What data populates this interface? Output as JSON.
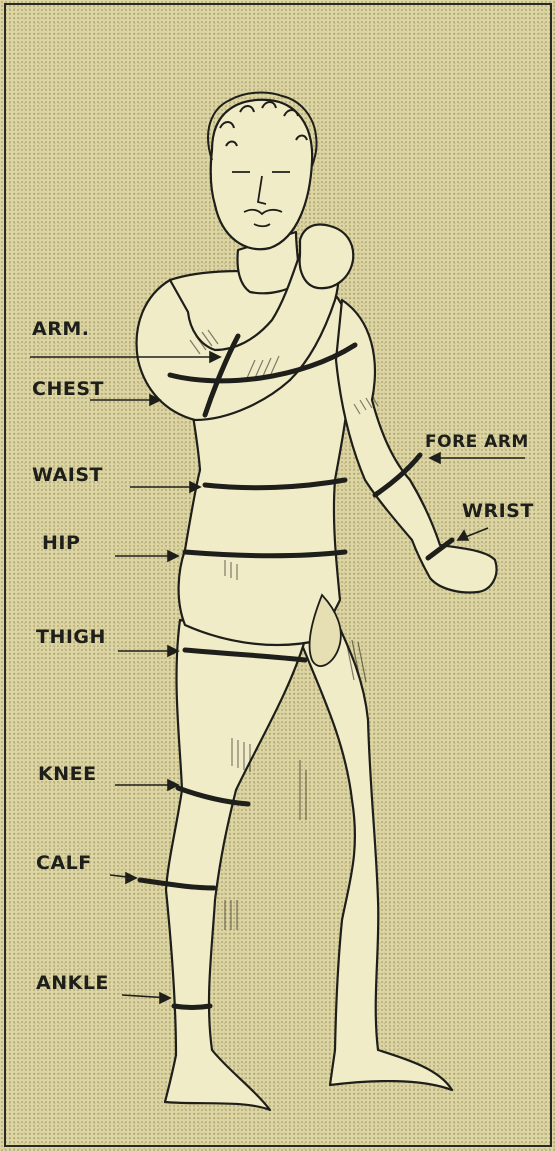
{
  "labels": {
    "arm": "ARM.",
    "chest": "CHEST",
    "fore_arm": "FORE ARM",
    "waist": "WAIST",
    "wrist": "WRIST",
    "hip": "HIP",
    "thigh": "THIGH",
    "knee": "KNEE",
    "calf": "CALF",
    "ankle": "ANKLE"
  },
  "colors": {
    "paper": "#ddd5a2",
    "ink": "#1e1e1a",
    "figure": "#f1ecc8"
  }
}
